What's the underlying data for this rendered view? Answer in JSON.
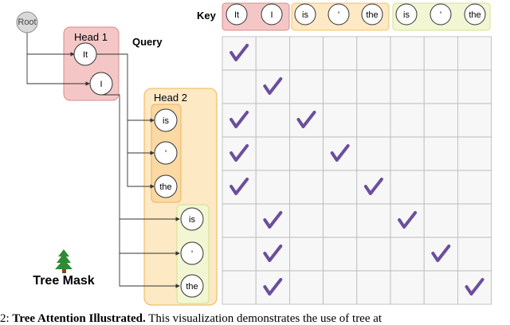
{
  "root": {
    "label": "Root"
  },
  "head1": {
    "label": "Head 1",
    "nodes": [
      "It",
      "I"
    ]
  },
  "head2": {
    "label": "Head 2",
    "nodes": [
      "is",
      "'",
      "the"
    ]
  },
  "head2b": {
    "nodes": [
      "is",
      "'",
      "the"
    ]
  },
  "query_label": "Query",
  "key": {
    "label": "Key",
    "groups": [
      {
        "tokens": [
          "It",
          "I"
        ],
        "fill": "#f4c7c6",
        "stroke": "#d98b8b"
      },
      {
        "tokens": [
          "is",
          "'",
          "the"
        ],
        "fill": "#fde9c4",
        "stroke": "#f0c46a"
      },
      {
        "tokens": [
          "is",
          "'",
          "the"
        ],
        "fill": "#f2f6d3",
        "stroke": "#d4e08e"
      }
    ]
  },
  "mask": {
    "rows": 8,
    "cols": 8,
    "checks": [
      [
        0
      ],
      [
        1
      ],
      [
        0,
        2
      ],
      [
        0,
        3
      ],
      [
        0,
        4
      ],
      [
        1,
        5
      ],
      [
        1,
        6
      ],
      [
        1,
        7
      ]
    ],
    "check_color": "#6b4e9c"
  },
  "tree_mask": {
    "label": "Tree Mask",
    "icon": "tree-icon"
  },
  "caption": {
    "prefix": "2:",
    "title": "Tree Attention Illustrated.",
    "text": " This visualization demonstrates the use of tree at"
  }
}
